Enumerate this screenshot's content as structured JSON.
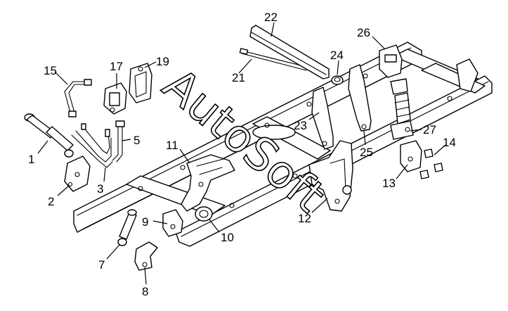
{
  "diagram": {
    "watermark": "AutoSoft",
    "callouts": [
      {
        "id": "c1",
        "label": "1"
      },
      {
        "id": "c2",
        "label": "2"
      },
      {
        "id": "c3",
        "label": "3"
      },
      {
        "id": "c5",
        "label": "5"
      },
      {
        "id": "c7",
        "label": "7"
      },
      {
        "id": "c8",
        "label": "8"
      },
      {
        "id": "c9",
        "label": "9"
      },
      {
        "id": "c10",
        "label": "10"
      },
      {
        "id": "c11",
        "label": "11"
      },
      {
        "id": "c12",
        "label": "12"
      },
      {
        "id": "c13",
        "label": "13"
      },
      {
        "id": "c14",
        "label": "14"
      },
      {
        "id": "c15",
        "label": "15"
      },
      {
        "id": "c17",
        "label": "17"
      },
      {
        "id": "c19",
        "label": "19"
      },
      {
        "id": "c21",
        "label": "21"
      },
      {
        "id": "c22",
        "label": "22"
      },
      {
        "id": "c23",
        "label": "23"
      },
      {
        "id": "c24",
        "label": "24"
      },
      {
        "id": "c25",
        "label": "25"
      },
      {
        "id": "c26",
        "label": "26"
      },
      {
        "id": "c27",
        "label": "27"
      }
    ]
  }
}
